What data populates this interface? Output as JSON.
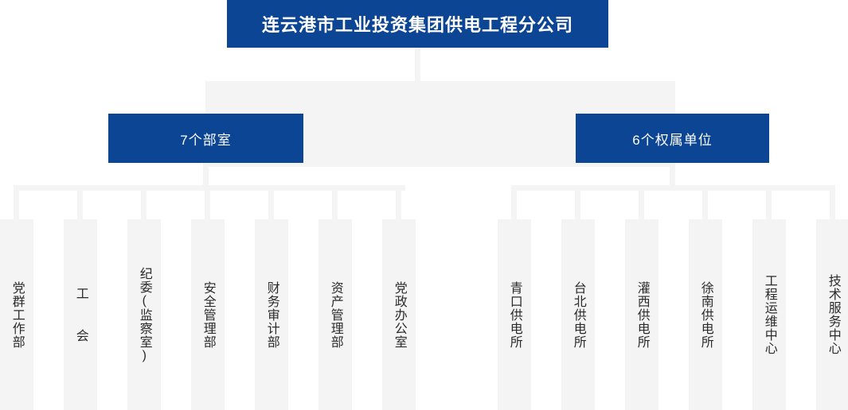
{
  "chart_title": "连云港市工业投资集团供电工程分公司",
  "colors": {
    "brand_blue": "#0c4593",
    "connector_gray": "#f4f4f4",
    "leaf_background": "#f4f4f4",
    "leaf_text": "#2b2b2b",
    "page_background": "#ffffff"
  },
  "root": {
    "label": "连云港市工业投资集团供电工程分公司"
  },
  "branches": [
    {
      "id": "departments",
      "label": "7个部室",
      "children": [
        {
          "label": "党群工作部"
        },
        {
          "label": "工  会"
        },
        {
          "label": "纪委(监察室)"
        },
        {
          "label": "安全管理部"
        },
        {
          "label": "财务审计部"
        },
        {
          "label": "资产管理部"
        },
        {
          "label": "党政办公室"
        }
      ]
    },
    {
      "id": "affiliated-units",
      "label": "6个权属单位",
      "children": [
        {
          "label": "青口供电所"
        },
        {
          "label": "台北供电所"
        },
        {
          "label": "灌西供电所"
        },
        {
          "label": "徐南供电所"
        },
        {
          "label": "工程运维中心"
        },
        {
          "label": "技术服务中心"
        }
      ]
    }
  ]
}
